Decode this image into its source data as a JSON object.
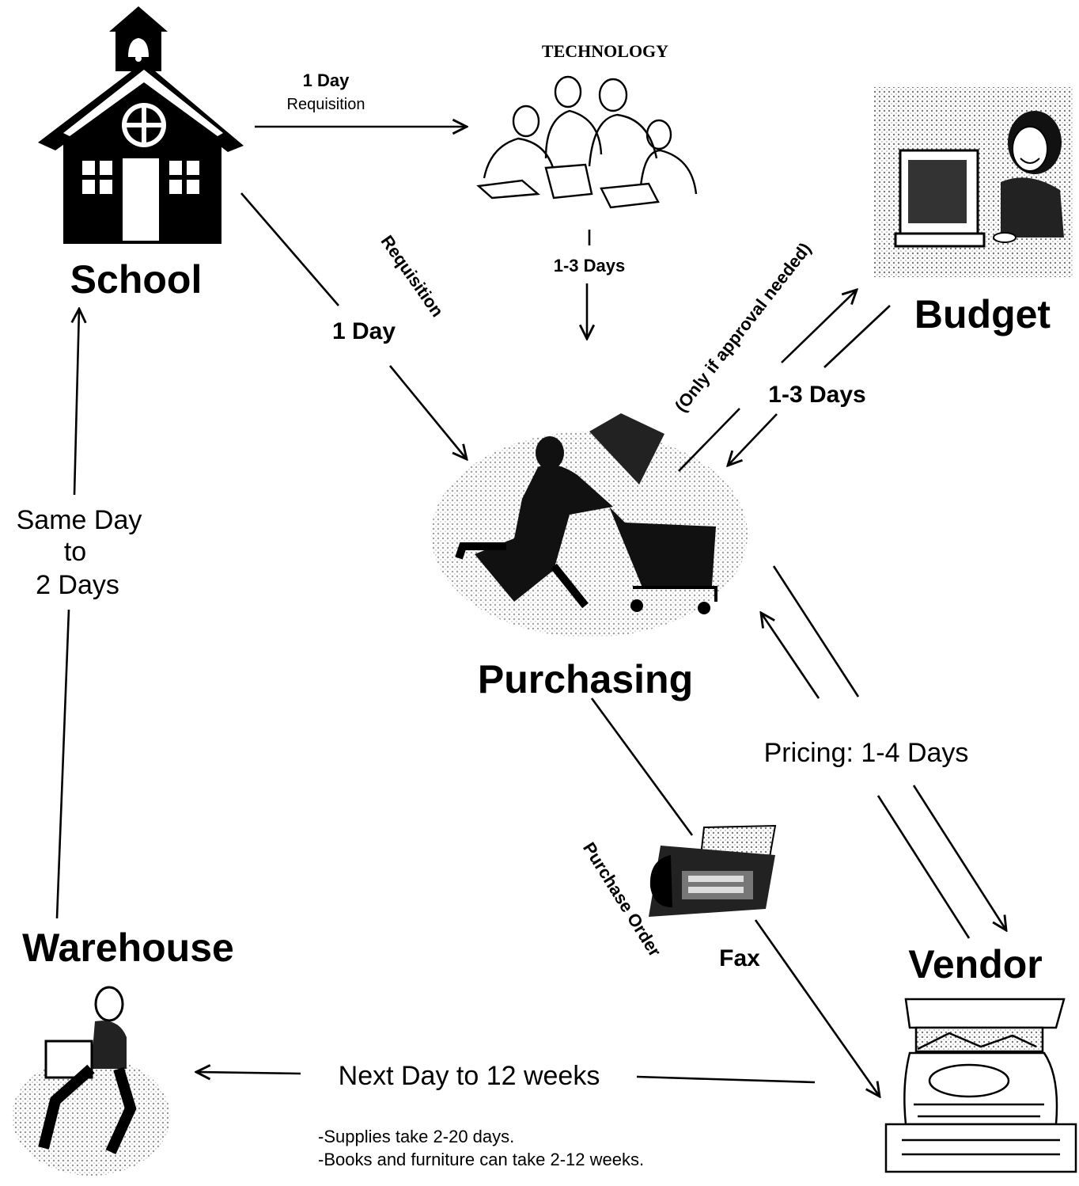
{
  "nodes": {
    "school": {
      "label": "School",
      "icon": "schoolhouse-icon"
    },
    "technology": {
      "label": "TECHNOLOGY",
      "icon": "team-meeting-icon"
    },
    "budget": {
      "label": "Budget",
      "icon": "office-worker-computer-icon"
    },
    "purchasing": {
      "label": "Purchasing",
      "icon": "shopping-cart-runner-icon"
    },
    "fax": {
      "label": "Fax",
      "icon": "fax-machine-icon"
    },
    "vendor": {
      "label": "Vendor",
      "icon": "cash-register-icon"
    },
    "warehouse": {
      "label": "Warehouse",
      "icon": "worker-carrying-box-icon"
    }
  },
  "edges": {
    "school_to_technology": {
      "time": "1 Day",
      "label": "Requisition"
    },
    "school_to_purchasing": {
      "label": "Requisition",
      "time": "1 Day"
    },
    "technology_to_purchasing": {
      "time": "1-3 Days"
    },
    "purchasing_budget": {
      "note": "(Only if approval needed)",
      "time": "1-3 Days"
    },
    "purchasing_vendor": {
      "time": "Pricing: 1-4 Days"
    },
    "purchasing_to_fax": {
      "label": "Purchase Order"
    },
    "vendor_to_warehouse": {
      "time": "Next Day to 12 weeks"
    },
    "warehouse_to_school": {
      "line1": "Same Day",
      "line2": "to",
      "line3": "2 Days"
    }
  },
  "notes": [
    "-Supplies take 2-20 days.",
    "-Books and furniture can take 2-12 weeks."
  ],
  "colors": {
    "ink": "#000000",
    "paper": "#ffffff",
    "halftone": "#bdbdbd"
  }
}
